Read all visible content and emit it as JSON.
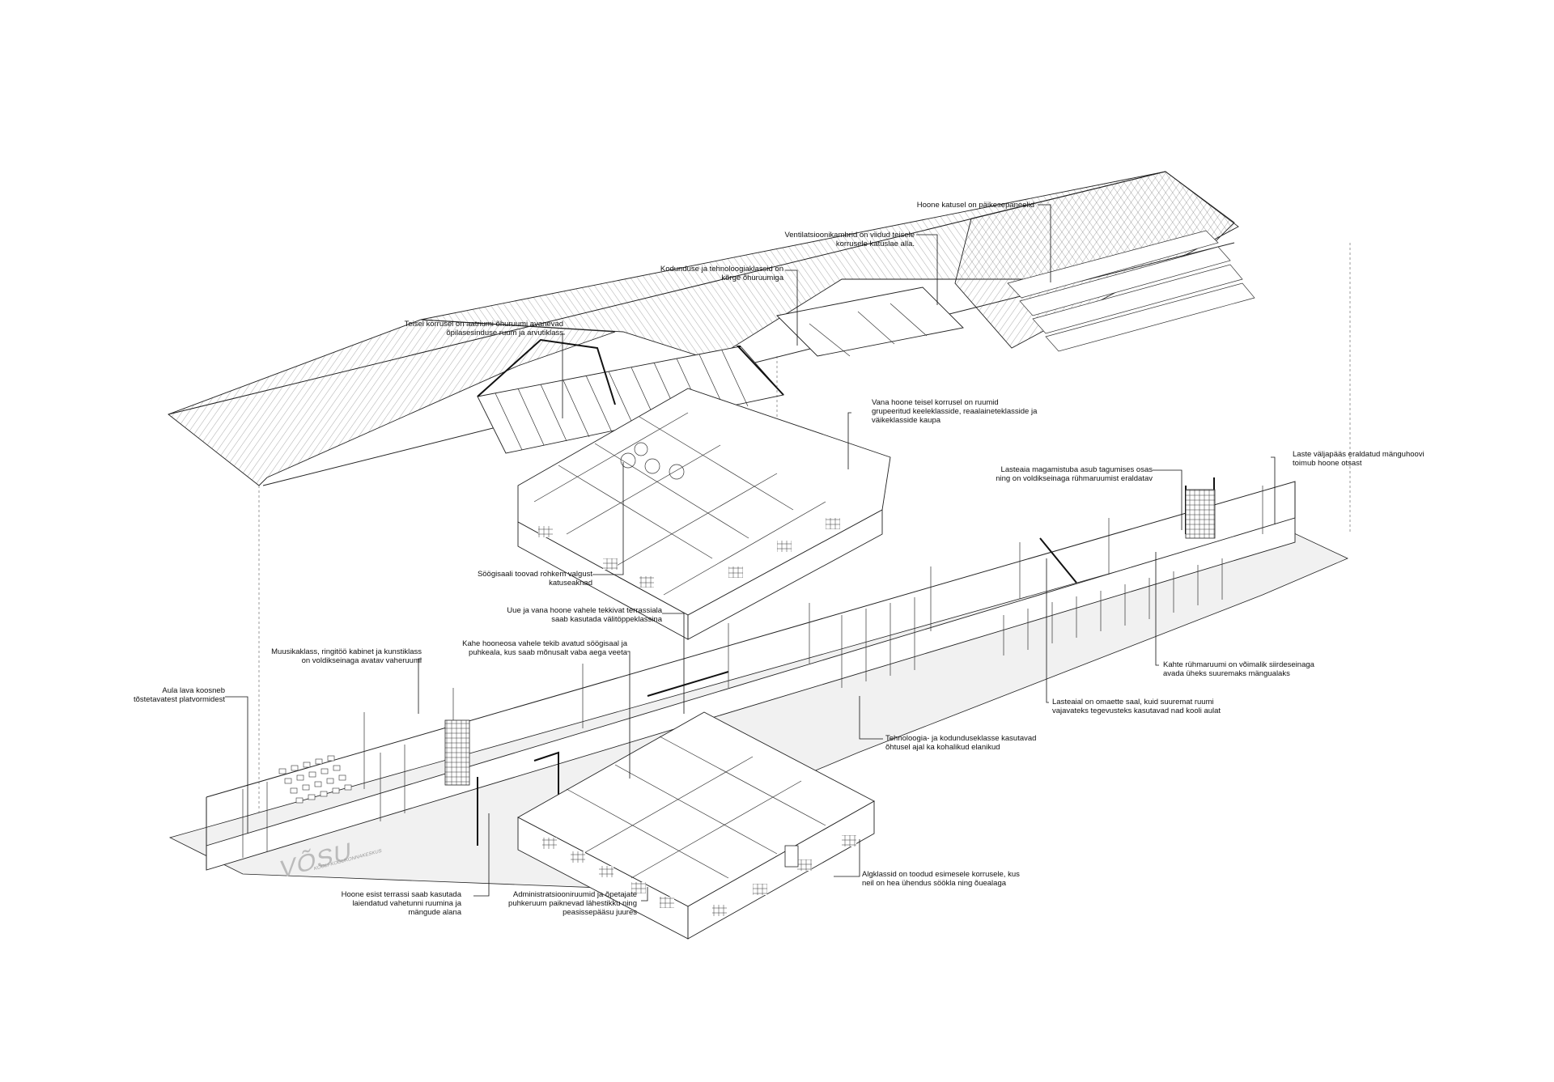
{
  "logo": {
    "text": "VÕSU",
    "subtext": "KOOLI-KOGUKONNAKESKUS"
  },
  "callouts": [
    {
      "id": "roof-solar",
      "lines": [
        "Hoone katusel on päikesepaneelid"
      ]
    },
    {
      "id": "ventilation",
      "lines": [
        "Ventilatsioonikambrid on viidud teisele",
        "korrusele katuslae alla."
      ]
    },
    {
      "id": "home-tech",
      "lines": [
        "Kodunduse ja tehnoloogiaklassid on",
        "kõrge õhuruumiga"
      ]
    },
    {
      "id": "second-floor-atrium",
      "lines": [
        "Teisel korrusel on aatriumi õhuruumi avanevad",
        "õpilasesinduse ruum ja arvutiklass"
      ]
    },
    {
      "id": "old-building-second-floor",
      "lines": [
        "Vana hoone teisel korrusel on ruumid",
        "grupeeritud keeleklasside, reaalaineteklasside ja",
        "väikeklasside kaupa"
      ]
    },
    {
      "id": "kindergarten-bedroom",
      "lines": [
        "Lasteaia magamistuba asub tagumises osas",
        "ning on voldikseinaga rühmaruumist eraldatav"
      ]
    },
    {
      "id": "children-exit",
      "lines": [
        "Laste väljapääs eraldatud mänguhoovi",
        "toimub hoone otsast"
      ]
    },
    {
      "id": "dining-skylights",
      "lines": [
        "Söögisaali toovad rohkem valgust",
        "katuseaknad"
      ]
    },
    {
      "id": "terrace-outdoor-class",
      "lines": [
        "Uue ja vana hoone vahele tekkivat terrassiala",
        "saab kasutada välitöppeklassina"
      ]
    },
    {
      "id": "dining-hall",
      "lines": [
        "Kahe hooneosa vahele tekib avatud söögisaal ja",
        "puhkeala, kus saab mõnusalt vaba aega veeta"
      ]
    },
    {
      "id": "music-class",
      "lines": [
        "Muusikaklass, ringitöö kabinet ja kunstiklass",
        "on voldikseinaga avatav vaheruumi"
      ]
    },
    {
      "id": "stage",
      "lines": [
        "Aula lava koosneb",
        "tõstetavatest platvormidest"
      ]
    },
    {
      "id": "group-rooms",
      "lines": [
        "Kahte rühmaruumi on võimalik siirdeseinaga",
        "avada üheks suuremaks mängualaks"
      ]
    },
    {
      "id": "kindergarten-hall",
      "lines": [
        "Lasteaial on omaette saal, kuid suuremat ruumi",
        "vajavateks tegevusteks kasutavad nad kooli aulat"
      ]
    },
    {
      "id": "evening-use",
      "lines": [
        "Tehnoloogia- ja kodunduseklasse kasutavad",
        "õhtusel ajal ka kohalikud elanikud"
      ]
    },
    {
      "id": "primary-classes",
      "lines": [
        "Algklassid on toodud esimesele korrusele, kus",
        "neil on hea ühendus söökla ning õuealaga"
      ]
    },
    {
      "id": "front-terrace",
      "lines": [
        "Hoone esist terrassi saab kasutada",
        "laiendatud vahetunni ruumina ja",
        "mängude alana"
      ]
    },
    {
      "id": "administration",
      "lines": [
        "Administratsiooniruumid ja õpetajate",
        "puhkeruum paiknevad lähestikku ning",
        "peasissepääsu juures"
      ]
    }
  ]
}
